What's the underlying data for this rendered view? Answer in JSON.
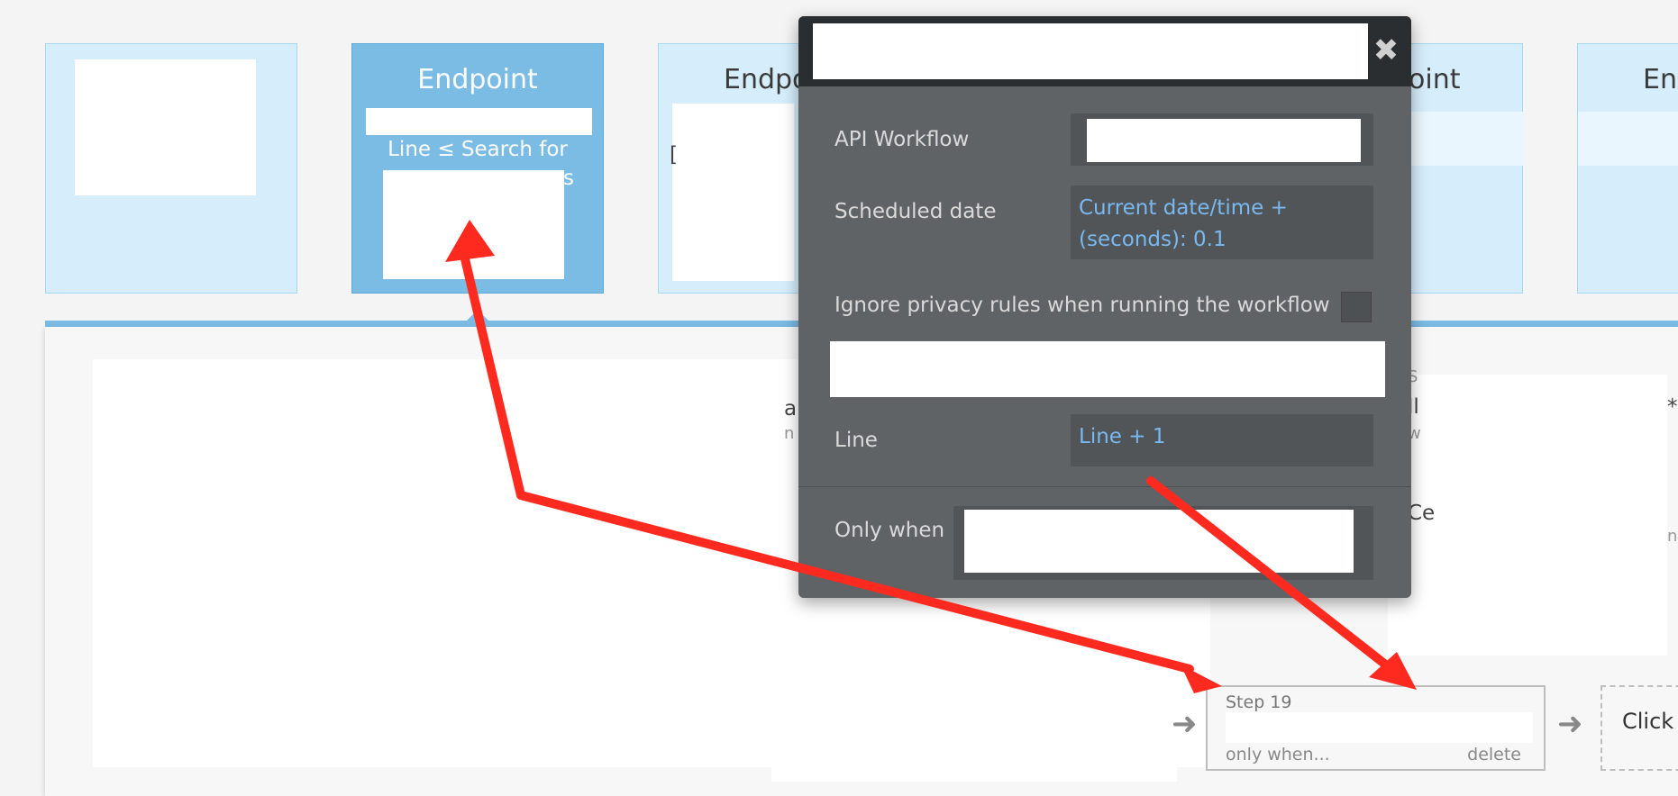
{
  "cards": [
    {
      "title": ""
    },
    {
      "title": "Endpoint",
      "condition": "Line ≤ Search for"
    },
    {
      "title": "Endpo"
    },
    {
      "title": "oint"
    },
    {
      "title": "En"
    }
  ],
  "fragments": {
    "card2_frag1": "[",
    "card2_frag2": "s",
    "card3_frag": "s",
    "card2_side1": "S",
    "card2_side2": "s",
    "col_a": "a",
    "col_b": "n",
    "col_c": "S",
    "col_d": "ll",
    "col_e": "w",
    "col_f": "Ce",
    "col_g": "*",
    "col_h": "n"
  },
  "popup": {
    "rows": {
      "api_workflow_label": "API Workflow",
      "scheduled_date_label": "Scheduled date",
      "scheduled_date_value": "Current date/time + (seconds): 0.1",
      "ignore_privacy_label": "Ignore privacy rules when running the workflow",
      "line_label": "Line",
      "line_value": "Line + 1",
      "only_when_label": "Only when"
    },
    "close_icon": "close-icon"
  },
  "step": {
    "title": "Step 19",
    "only_when": "only when...",
    "delete": "delete"
  },
  "add_step": {
    "label": "Click h"
  },
  "colors": {
    "active_card": "#7bbce5",
    "card": "#d6eefc",
    "popup_bg": "#5f6366",
    "popup_header": "#2b2e30",
    "link_blue": "#79b8f0",
    "annotation_red": "#ff2a1f"
  }
}
